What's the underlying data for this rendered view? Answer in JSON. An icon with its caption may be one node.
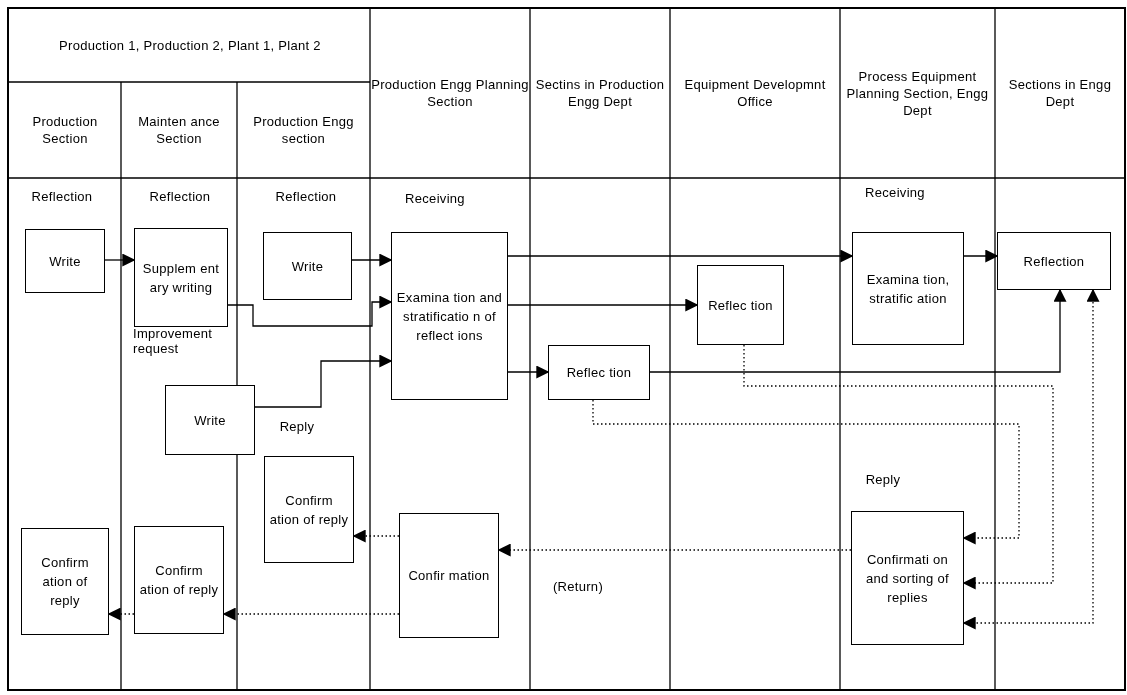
{
  "diagram": {
    "nodes": [
      {
        "text": [
          "Write"
        ]
      },
      {
        "text": [
          "Supplem ent ary writing"
        ]
      },
      {
        "text": [
          "Write"
        ]
      },
      {
        "text": [
          "Examina tion and stratificatio n of reflect ions"
        ]
      },
      {
        "text": [
          "Reflec tion"
        ]
      },
      {
        "text": [
          "Examina tion, stratific ation"
        ]
      },
      {
        "text": [
          "Reflection"
        ]
      },
      {
        "text": [
          "Reflec tion"
        ]
      },
      {
        "text": [
          "Write"
        ]
      },
      {
        "text": [
          "Confirm ation of reply"
        ]
      },
      {
        "text": [
          "Confir mation"
        ]
      },
      {
        "text": [
          "Confirmati on and sorting of replies"
        ]
      },
      {
        "text": [
          "Confirm ation of reply"
        ]
      },
      {
        "text": [
          "Confirm ation of reply"
        ]
      }
    ],
    "edges": [
      {
        "from": 0,
        "to": 1,
        "arrow": "to"
      },
      {
        "from": 1,
        "to": 3,
        "arrow": "to"
      },
      {
        "from": 2,
        "to": 3,
        "arrow": "to"
      },
      {
        "from": 8,
        "to": 3,
        "arrow": "to"
      },
      {
        "from": 3,
        "to": 5,
        "arrow": "to"
      },
      {
        "from": 3,
        "to": 4,
        "arrow": "to"
      },
      {
        "from": 3,
        "to": 7,
        "arrow": "to"
      },
      {
        "from": 5,
        "to": 6,
        "arrow": "to"
      },
      {
        "from": 7,
        "to": 6,
        "arrow": "to"
      },
      {
        "from": 6,
        "to": 11,
        "arrow": "both",
        "style": "dashed"
      },
      {
        "from": 4,
        "to": 11,
        "arrow": "to",
        "style": "dashed"
      },
      {
        "from": 7,
        "to": 11,
        "arrow": "to",
        "style": "dashed"
      },
      {
        "from": 11,
        "to": 10,
        "arrow": "to",
        "style": "dashed"
      },
      {
        "from": 10,
        "to": 9,
        "arrow": "to",
        "style": "dashed"
      },
      {
        "from": 10,
        "to": 13,
        "arrow": "to",
        "style": "dashed"
      },
      {
        "from": 13,
        "to": 12,
        "arrow": "to",
        "style": "dashed"
      }
    ],
    "labels": [
      "Production 1, Production 2, Plant 1, Plant 2",
      "Production Section",
      "Mainten ance Section",
      "Production Engg section",
      "Production Engg Planning Section",
      "Sectins in Production Engg Dept",
      "Equipment Developmnt Office",
      "Process Equipment Planning Section, Engg Dept",
      "Sections in Engg Dept",
      "Reflection",
      "Reflection",
      "Reflection",
      "Receiving",
      "Receiving",
      "Improvement request",
      "Reply",
      "Reply",
      "(Return)"
    ]
  }
}
